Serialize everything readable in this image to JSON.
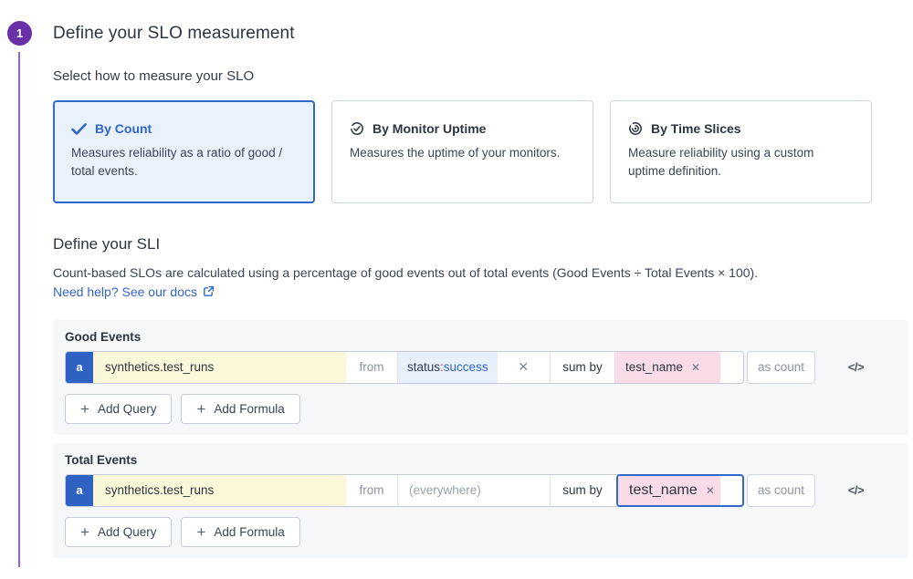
{
  "step": {
    "number": "1"
  },
  "header": {
    "title": "Define your SLO measurement",
    "subtitle": "Select how to measure your SLO"
  },
  "measure_options": [
    {
      "label": "By Count",
      "description": "Measures reliability as a ratio of good / total events.",
      "icon": "check-icon",
      "selected": true
    },
    {
      "label": "By Monitor Uptime",
      "description": "Measures the uptime of your monitors.",
      "icon": "monitor-uptime-icon",
      "selected": false
    },
    {
      "label": "By Time Slices",
      "description": "Measure reliability using a custom uptime definition.",
      "icon": "time-slices-icon",
      "selected": false
    }
  ],
  "sli": {
    "title": "Define your SLI",
    "description": "Count-based SLOs are calculated using a percentage of good events out of total events (Good Events ÷ Total Events × 100).",
    "help_link": "Need help? See our docs"
  },
  "good": {
    "label": "Good Events",
    "query": {
      "letter": "a",
      "metric": "synthetics.test_runs",
      "from_label": "from",
      "filter_key": "status",
      "filter_separator": ":",
      "filter_value": "success",
      "sum_by_label": "sum by",
      "group_by": "test_name",
      "as_value": "as count"
    },
    "buttons": {
      "add_query": "Add Query",
      "add_formula": "Add Formula"
    }
  },
  "total": {
    "label": "Total Events",
    "query": {
      "letter": "a",
      "metric": "synthetics.test_runs",
      "from_label": "from",
      "filter_placeholder": "(everywhere)",
      "sum_by_label": "sum by",
      "group_by": "test_name",
      "as_value": "as count"
    },
    "buttons": {
      "add_query": "Add Query",
      "add_formula": "Add Formula"
    }
  },
  "icons": {
    "close": "✕",
    "plus": "+",
    "code": "</>"
  },
  "colors": {
    "accent_purple": "#6A30A8",
    "step_line_purple": "#9166C8",
    "selected_blue": "#3069CC",
    "link_blue": "#3066C9",
    "query_letter_bg": "#2D62C4",
    "metric_bg": "#FBF8D9",
    "filter_bg": "#E8F1FB",
    "group_bg": "#FADCE9",
    "panel_bg": "#F6F7F8",
    "filter_separator_pink": "#CC2F90"
  }
}
